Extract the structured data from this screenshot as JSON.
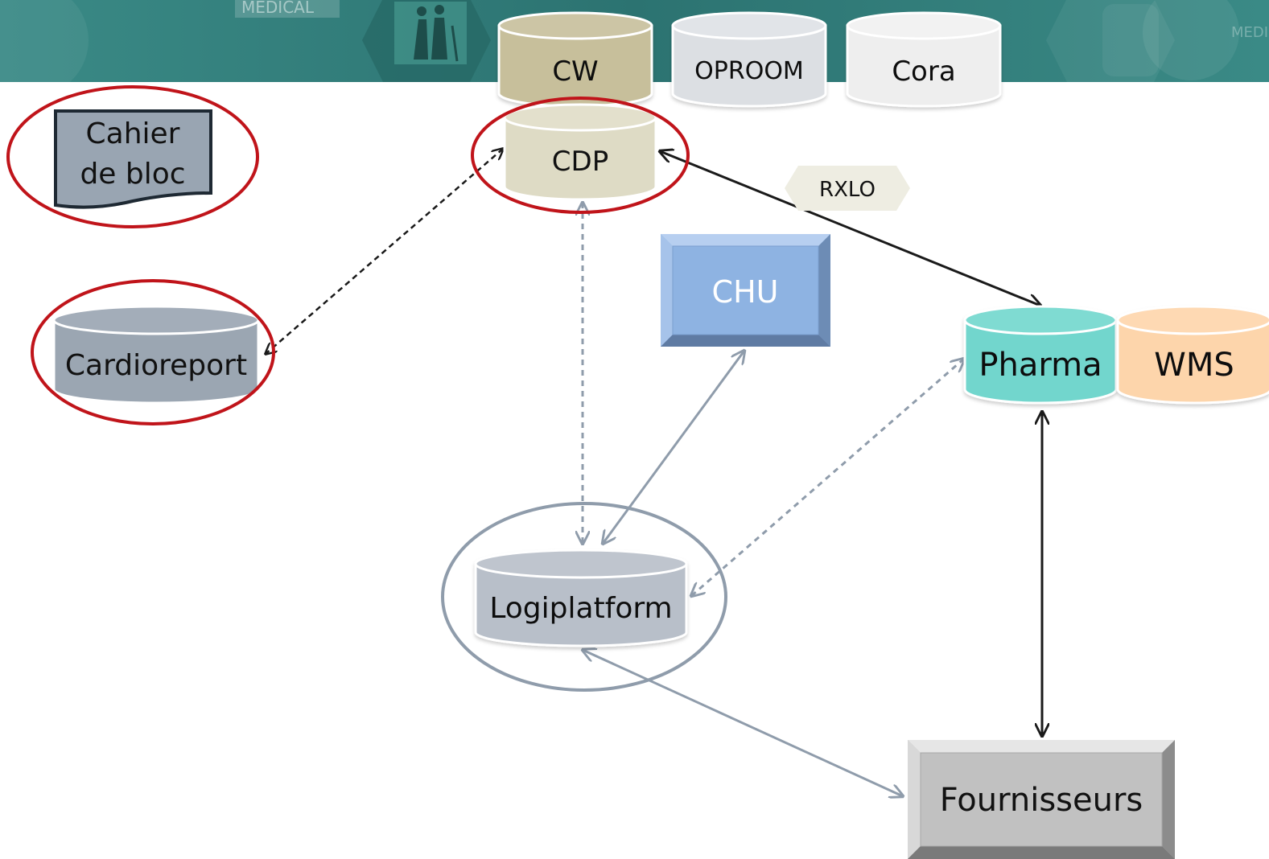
{
  "banner": {
    "watermark_left": "MEDICAL",
    "watermark_right": "MEDI"
  },
  "nodes": {
    "cw": "CW",
    "oproom": "OPROOM",
    "cora": "Cora",
    "cdp": "CDP",
    "rxlo": "RXLO",
    "chu": "CHU",
    "pharma": "Pharma",
    "wms": "WMS",
    "cahier_line1": "Cahier",
    "cahier_line2": "de bloc",
    "cardioreport": "Cardioreport",
    "logiplatform": "Logiplatform",
    "fournisseurs": "Fournisseurs"
  },
  "colors": {
    "banner": "#2f7a78",
    "cw": "#c7bf9b",
    "oproom": "#dcdfe3",
    "cora": "#eeeeee",
    "cdp": "#dedbc5",
    "rxlo": "#eeede2",
    "chu": "#8eb3e2",
    "pharma": "#72d6cd",
    "wms": "#fdd5ab",
    "cahier": "#99a5b2",
    "cardioreport": "#9ba6b2",
    "logiplatform": "#b8bfc9",
    "fournisseurs": "#c1c1c1",
    "highlight_ring": "#c0141a",
    "link_dark": "#1a1a1a",
    "link_grey": "#8f9cab"
  }
}
